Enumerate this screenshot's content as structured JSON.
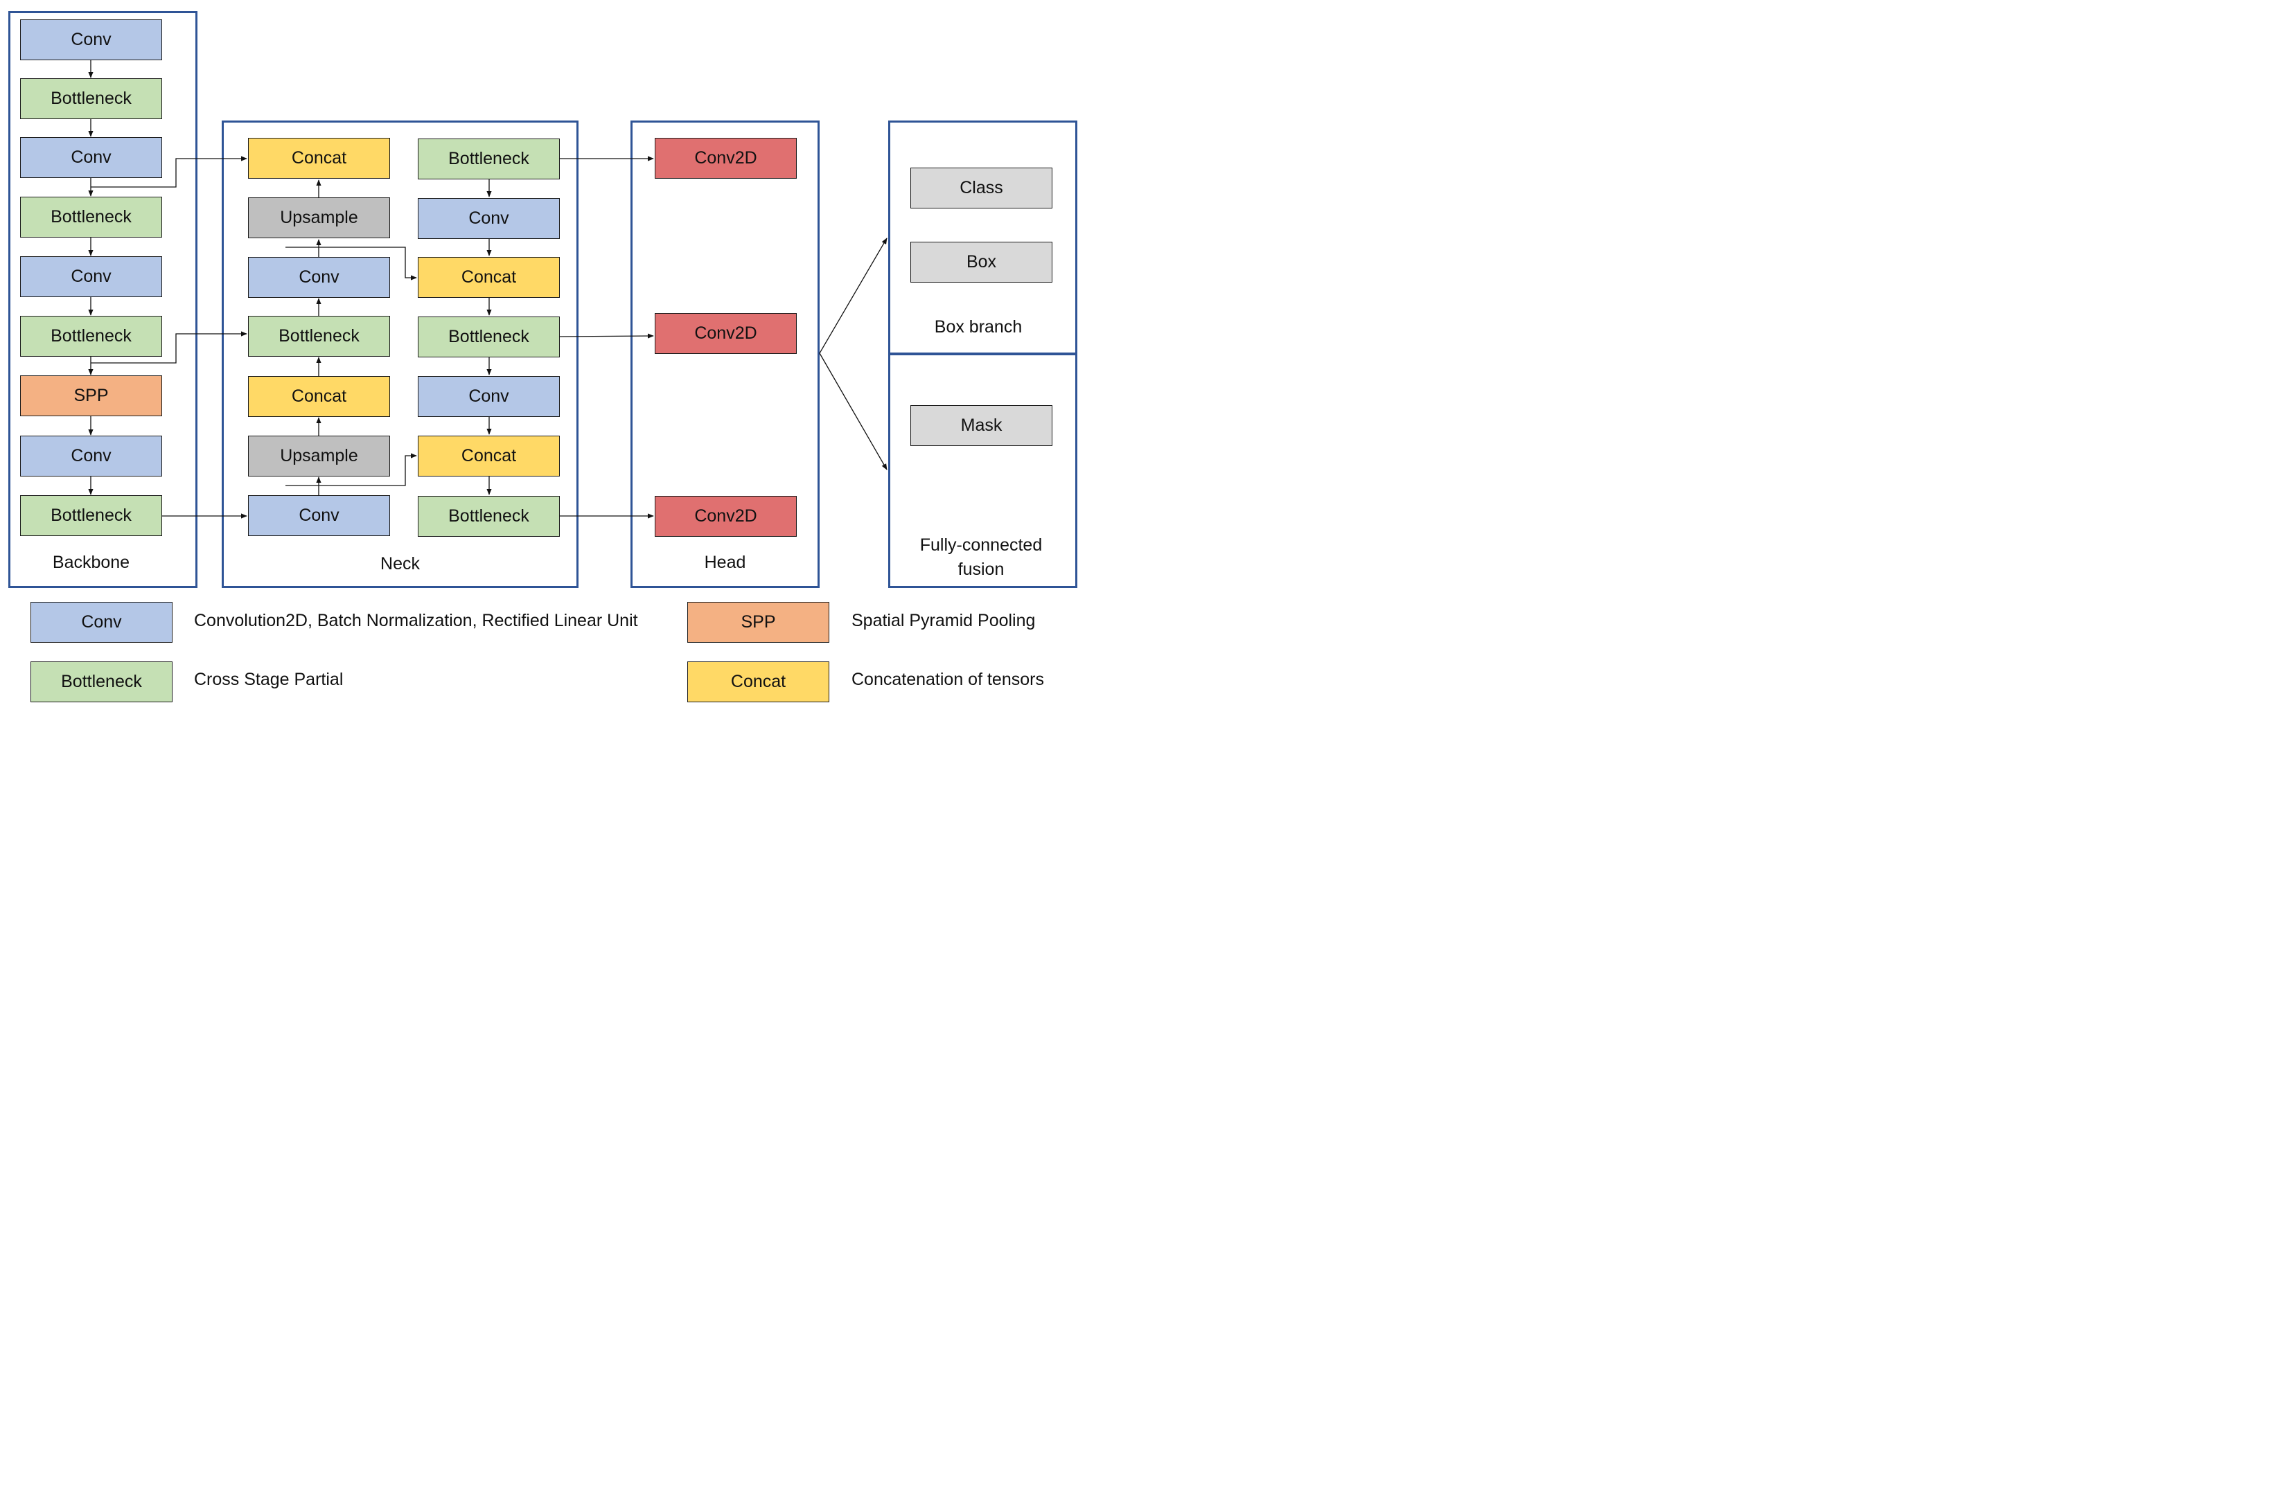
{
  "colors": {
    "conv": "#b4c7e7",
    "bottleneck": "#c5e0b4",
    "concat": "#ffd966",
    "upsample": "#bfbfbf",
    "spp": "#f4b183",
    "conv2d": "#e07070",
    "output": "#d9d9d9",
    "frame": "#2f5496"
  },
  "backbone": {
    "label": "Backbone",
    "blocks": [
      "Conv",
      "Bottleneck",
      "Conv",
      "Bottleneck",
      "Conv",
      "Bottleneck",
      "SPP",
      "Conv",
      "Bottleneck"
    ]
  },
  "neck": {
    "label": "Neck",
    "left_column": [
      "Concat",
      "Upsample",
      "Conv",
      "Bottleneck",
      "Concat",
      "Upsample",
      "Conv"
    ],
    "right_column": [
      "Bottleneck",
      "Conv",
      "Concat",
      "Bottleneck",
      "Conv",
      "Concat",
      "Bottleneck"
    ]
  },
  "head": {
    "label": "Head",
    "blocks": [
      "Conv2D",
      "Conv2D",
      "Conv2D"
    ]
  },
  "box_branch": {
    "label": "Box branch",
    "blocks": [
      "Class",
      "Box"
    ]
  },
  "fusion": {
    "label_line1": "Fully-connected",
    "label_line2": "fusion",
    "blocks": [
      "Mask"
    ]
  },
  "legend": [
    {
      "block": "Conv",
      "description": "Convolution2D, Batch Normalization, Rectified Linear Unit"
    },
    {
      "block": "Bottleneck",
      "description": "Cross Stage Partial"
    },
    {
      "block": "SPP",
      "description": "Spatial Pyramid Pooling"
    },
    {
      "block": "Concat",
      "description": "Concatenation of tensors"
    }
  ]
}
